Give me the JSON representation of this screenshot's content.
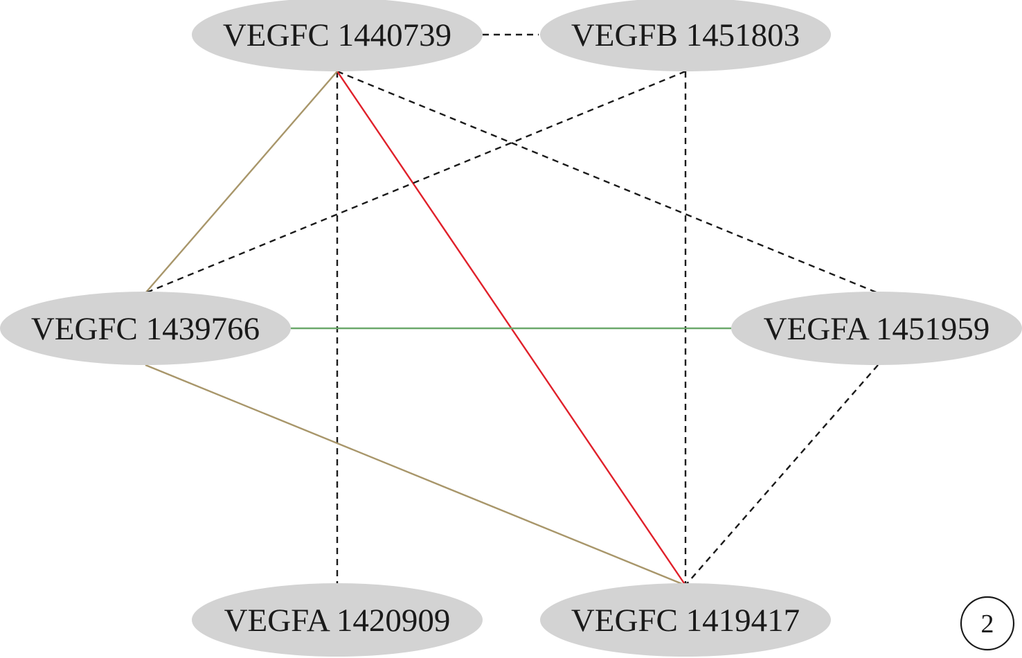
{
  "colors": {
    "node_fill": "#d3d3d3",
    "dashed_edge": "#1a1a1a",
    "red_edge": "#e0202a",
    "green_edge": "#6aa86a",
    "tan_edge": "#a8966a"
  },
  "nodes": [
    {
      "id": "n1440739",
      "label": "VEGFC 1440739"
    },
    {
      "id": "n1451803",
      "label": "VEGFB 1451803"
    },
    {
      "id": "n1439766",
      "label": "VEGFC 1439766"
    },
    {
      "id": "n1451959",
      "label": "VEGFA 1451959"
    },
    {
      "id": "n1420909",
      "label": "VEGFA 1420909"
    },
    {
      "id": "n1419417",
      "label": "VEGFC 1419417"
    }
  ],
  "edges": [
    {
      "from": "n1440739",
      "to": "n1451803",
      "style": "dashed",
      "color": "dashed_edge"
    },
    {
      "from": "n1440739",
      "to": "n1420909",
      "style": "dashed",
      "color": "dashed_edge"
    },
    {
      "from": "n1440739",
      "to": "n1451959",
      "style": "dashed",
      "color": "dashed_edge"
    },
    {
      "from": "n1440739",
      "to": "n1419417",
      "style": "solid",
      "color": "red_edge"
    },
    {
      "from": "n1440739",
      "to": "n1439766",
      "style": "solid",
      "color": "tan_edge"
    },
    {
      "from": "n1451803",
      "to": "n1439766",
      "style": "dashed",
      "color": "dashed_edge"
    },
    {
      "from": "n1451803",
      "to": "n1419417",
      "style": "dashed",
      "color": "dashed_edge"
    },
    {
      "from": "n1439766",
      "to": "n1451959",
      "style": "solid",
      "color": "green_edge"
    },
    {
      "from": "n1439766",
      "to": "n1419417",
      "style": "solid",
      "color": "tan_edge"
    },
    {
      "from": "n1451959",
      "to": "n1419417",
      "style": "dashed",
      "color": "dashed_edge"
    }
  ],
  "panel_label": "2"
}
